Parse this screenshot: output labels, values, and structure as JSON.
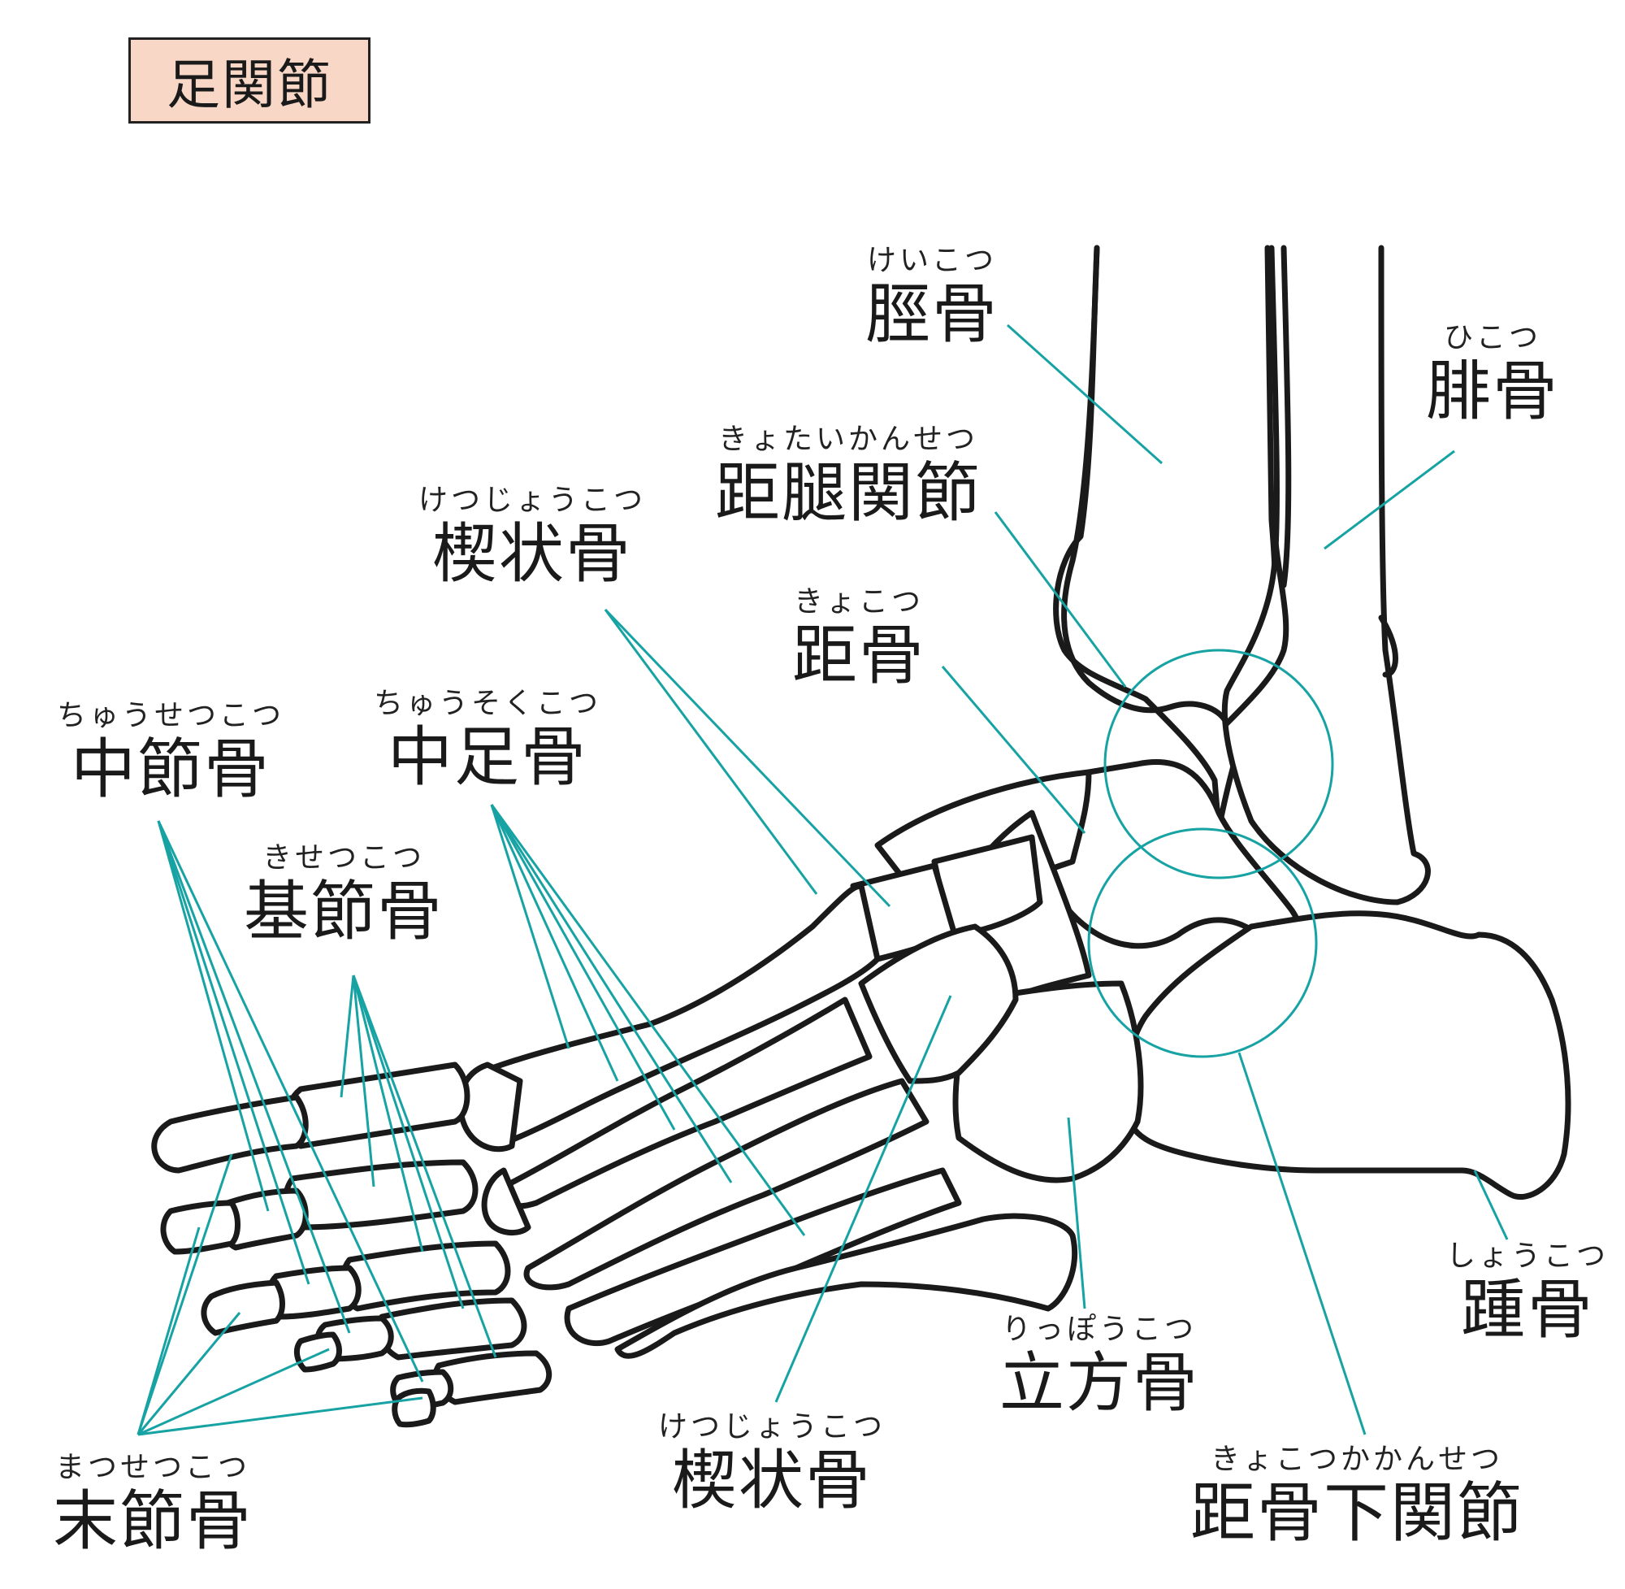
{
  "title": "足関節",
  "colors": {
    "leader": "#17a2a3",
    "bone": "#1a1a1a",
    "title_bg": "#f9d7c6"
  },
  "labels": {
    "tibia": {
      "ruby": "けいこつ",
      "name": "脛骨"
    },
    "fibula": {
      "ruby": "ひこつ",
      "name": "腓骨"
    },
    "talocrural": {
      "ruby": "きょたいかんせつ",
      "name": "距腿関節"
    },
    "cuneiform_top": {
      "ruby": "けつじょうこつ",
      "name": "楔状骨"
    },
    "talus": {
      "ruby": "きょこつ",
      "name": "距骨"
    },
    "middle_phalanx": {
      "ruby": "ちゅうせつこつ",
      "name": "中節骨"
    },
    "metatarsal": {
      "ruby": "ちゅうそくこつ",
      "name": "中足骨"
    },
    "proximal_phalanx": {
      "ruby": "きせつこつ",
      "name": "基節骨"
    },
    "calcaneus": {
      "ruby": "しょうこつ",
      "name": "踵骨"
    },
    "cuboid": {
      "ruby": "りっぽうこつ",
      "name": "立方骨"
    },
    "distal_phalanx": {
      "ruby": "まつせつこつ",
      "name": "末節骨"
    },
    "cuneiform_bottom": {
      "ruby": "けつじょうこつ",
      "name": "楔状骨"
    },
    "subtalar": {
      "ruby": "きょこつかかんせつ",
      "name": "距骨下関節"
    }
  }
}
